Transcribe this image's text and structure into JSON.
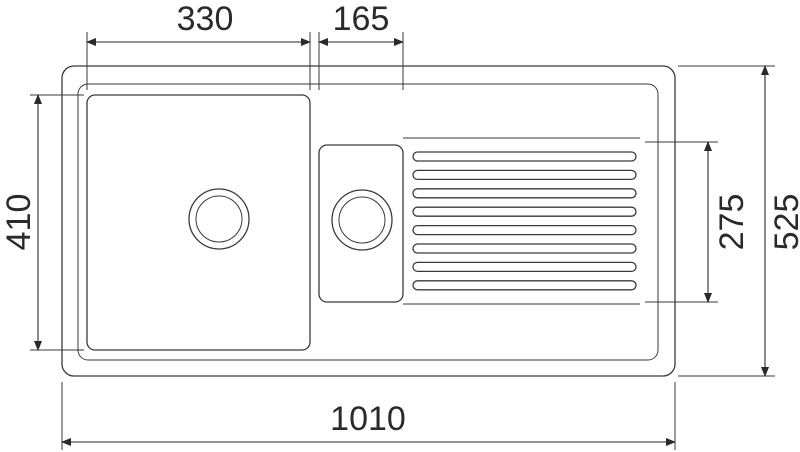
{
  "drawing": {
    "dimensions": {
      "large_bowl_width": "330",
      "small_bowl_width": "165",
      "bowl_depth": "410",
      "drainer_depth": "275",
      "overall_depth": "525",
      "overall_width": "1010"
    },
    "drainer_groove_count": 8,
    "colors": {
      "line": "#3a3a3a",
      "text": "#2a2a2a",
      "background": "#ffffff"
    }
  }
}
